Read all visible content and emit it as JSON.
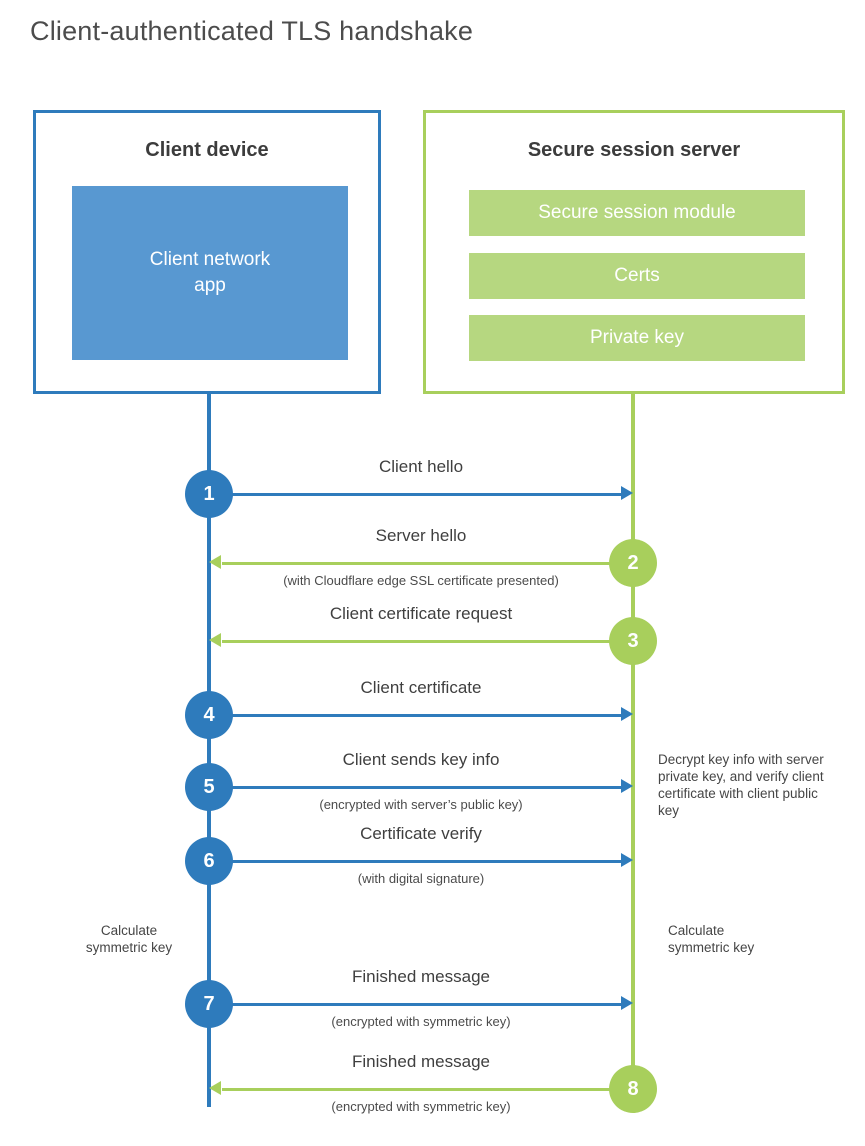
{
  "title": "Client-authenticated TLS handshake",
  "colors": {
    "blue": "#2e7bbc",
    "blue_fill": "#5898d1",
    "green": "#a8cf5c",
    "green_fill": "#b6d780"
  },
  "client": {
    "title": "Client device",
    "app_label": "Client network app"
  },
  "server": {
    "title": "Secure session server",
    "modules": [
      "Secure session module",
      "Certs",
      "Private key"
    ]
  },
  "steps": [
    {
      "num": "1",
      "label": "Client hello",
      "sub": "",
      "direction": "client-to-server"
    },
    {
      "num": "2",
      "label": "Server hello",
      "sub": "(with Cloudflare edge SSL certificate presented)",
      "direction": "server-to-client"
    },
    {
      "num": "3",
      "label": "Client certificate request",
      "sub": "",
      "direction": "server-to-client"
    },
    {
      "num": "4",
      "label": "Client certificate",
      "sub": "",
      "direction": "client-to-server"
    },
    {
      "num": "5",
      "label": "Client sends key info",
      "sub": "(encrypted with server’s public key)",
      "direction": "client-to-server"
    },
    {
      "num": "6",
      "label": "Certificate verify",
      "sub": "(with digital signature)",
      "direction": "client-to-server"
    },
    {
      "num": "7",
      "label": "Finished message",
      "sub": "(encrypted with symmetric key)",
      "direction": "client-to-server"
    },
    {
      "num": "8",
      "label": "Finished message",
      "sub": "(encrypted with symmetric key)",
      "direction": "server-to-client"
    }
  ],
  "annotations": {
    "decrypt_note": "Decrypt key info with server private key, and verify client certificate with client public key",
    "calc_left": "Calculate symmetric key",
    "calc_right": "Calculate symmetric key"
  }
}
